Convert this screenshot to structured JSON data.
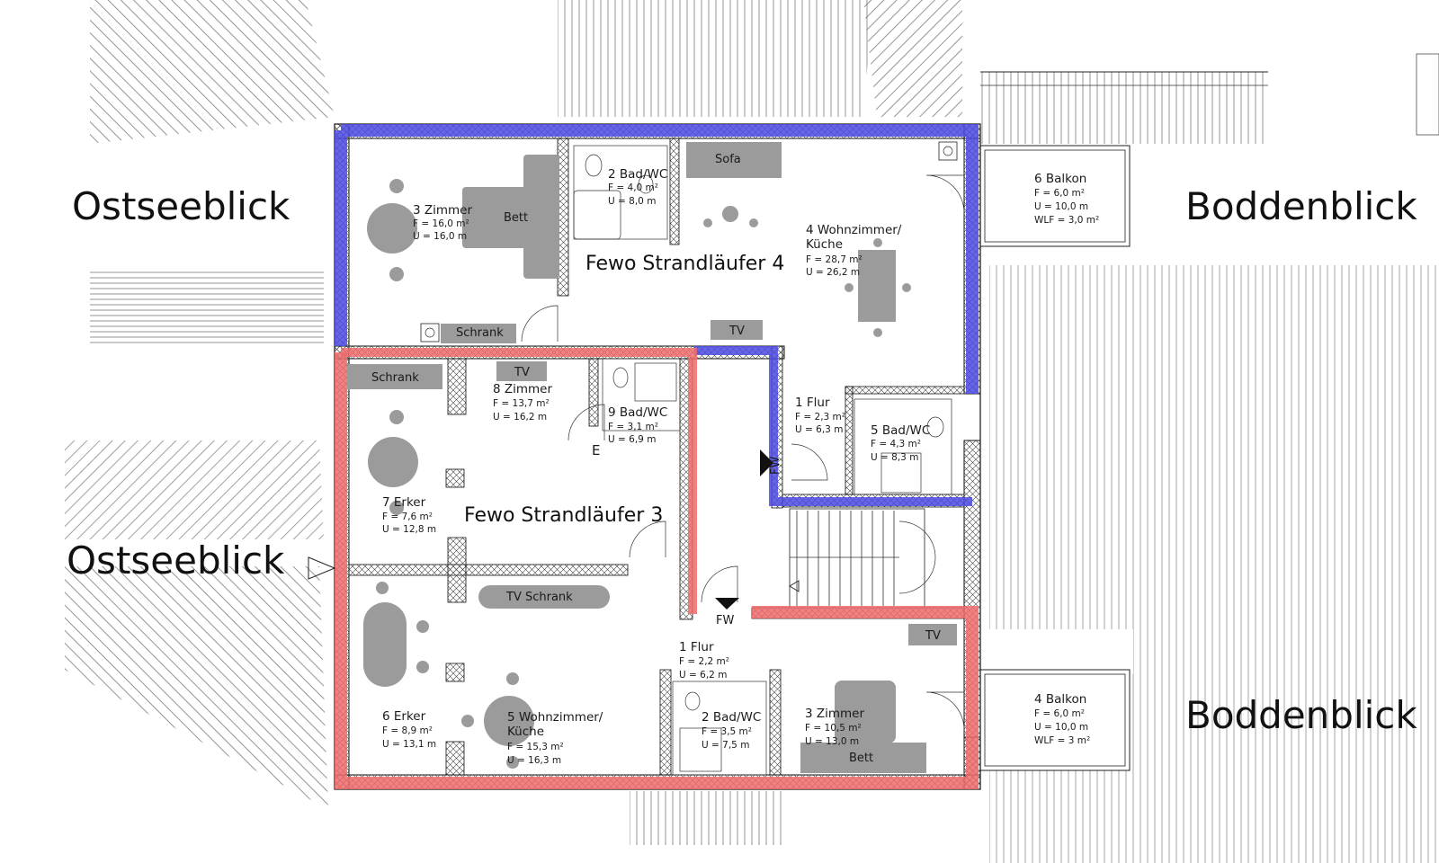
{
  "views": {
    "ostsee_top": "Ostseeblick",
    "ostsee_bottom": "Ostseeblick",
    "bodden_top": "Boddenblick",
    "bodden_bottom": "Boddenblick"
  },
  "units": {
    "fewo4": "Fewo Strandläufer 4",
    "fewo3": "Fewo Strandläufer 3"
  },
  "colors": {
    "fewo4_outline": "#4a4ae0",
    "fewo3_outline": "#ee6b6b",
    "furniture": "#9b9b9b"
  },
  "fewo4_rooms": {
    "zimmer3": {
      "name": "3 Zimmer",
      "f": "F = 16,0 m²",
      "u": "U = 16,0 m"
    },
    "bad2": {
      "name": "2 Bad/WC",
      "f": "F = 4,0 m²",
      "u": "U = 8,0 m"
    },
    "wohn4": {
      "name": "4 Wohnzimmer/",
      "name2": "Küche",
      "f": "F = 28,7 m²",
      "u": "U = 26,2 m"
    },
    "balkon6": {
      "name": "6 Balkon",
      "f": "F = 6,0 m²",
      "u": "U = 10,0 m",
      "wlf": "WLF = 3,0 m²"
    },
    "flur1": {
      "name": "1 Flur",
      "f": "F = 2,3 m²",
      "u": "U = 6,3 m"
    },
    "bad5": {
      "name": "5 Bad/WC",
      "f": "F = 4,3 m²",
      "u": "U = 8,3 m"
    }
  },
  "fewo3_rooms": {
    "zimmer8": {
      "name": "8 Zimmer",
      "f": "F = 13,7 m²",
      "u": "U = 16,2 m"
    },
    "bad9": {
      "name": "9 Bad/WC",
      "f": "F = 3,1 m²",
      "u": "U = 6,9 m"
    },
    "erker7": {
      "name": "7 Erker",
      "f": "F = 7,6 m²",
      "u": "U = 12,8 m"
    },
    "erker6": {
      "name": "6 Erker",
      "f": "F = 8,9 m²",
      "u": "U = 13,1 m"
    },
    "wohn5": {
      "name": "5 Wohnzimmer/",
      "name2": "Küche",
      "f": "F = 15,3 m²",
      "u": "U = 16,3 m"
    },
    "flur1": {
      "name": "1 Flur",
      "f": "F = 2,2 m²",
      "u": "U = 6,2 m"
    },
    "bad2": {
      "name": "2 Bad/WC",
      "f": "F = 3,5 m²",
      "u": "U = 7,5 m"
    },
    "zimmer3": {
      "name": "3 Zimmer",
      "f": "F = 10,5 m²",
      "u": "U = 13,0 m"
    },
    "balkon4": {
      "name": "4 Balkon",
      "f": "F = 6,0 m²",
      "u": "U = 10,0 m",
      "wlf": "WLF = 3 m²"
    }
  },
  "furniture": {
    "sofa": "Sofa",
    "bett_top": "Bett",
    "schrank_top": "Schrank",
    "tv_top": "TV",
    "schrank_mid": "Schrank",
    "tv_mid": "TV",
    "tv_schrank": "TV Schrank",
    "tv_right": "TV",
    "bett_bottom": "Bett"
  },
  "markers": {
    "fw_upper": "FW",
    "fw_lower": "FW",
    "e": "E"
  }
}
